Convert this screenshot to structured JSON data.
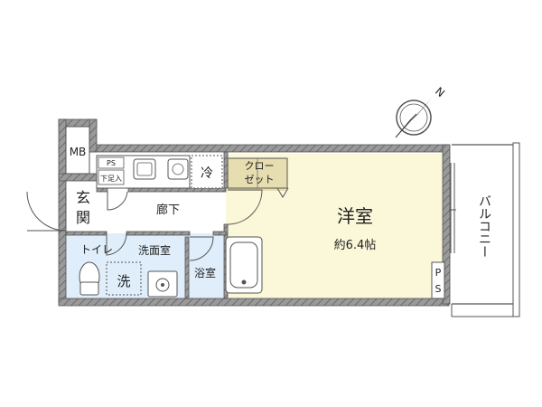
{
  "plan": {
    "compass_letter": "N",
    "rooms": {
      "mb": "MB",
      "entrance_1": "玄",
      "entrance_2": "関",
      "corridor": "廊下",
      "refrigerator": "冷",
      "closet_line1": "クロー",
      "closet_line2": "ゼット",
      "western_room": "洋室",
      "western_room_size": "約6.4帖",
      "toilet": "トイレ",
      "washroom": "洗面室",
      "washing_machine": "洗",
      "bathroom": "浴室",
      "ps_kitchen": "PS",
      "shoe_storage": "下足入",
      "ps_right": "PS",
      "balcony": "バルコニー"
    },
    "colors": {
      "wall": "#8a8a8a",
      "wall_edge": "#555555",
      "western_room_fill": "#fbf7d9",
      "closet_fill": "#e6ddb0",
      "wet_area_fill": "#dfeefa",
      "kitchen_fill": "#ffffff"
    }
  }
}
